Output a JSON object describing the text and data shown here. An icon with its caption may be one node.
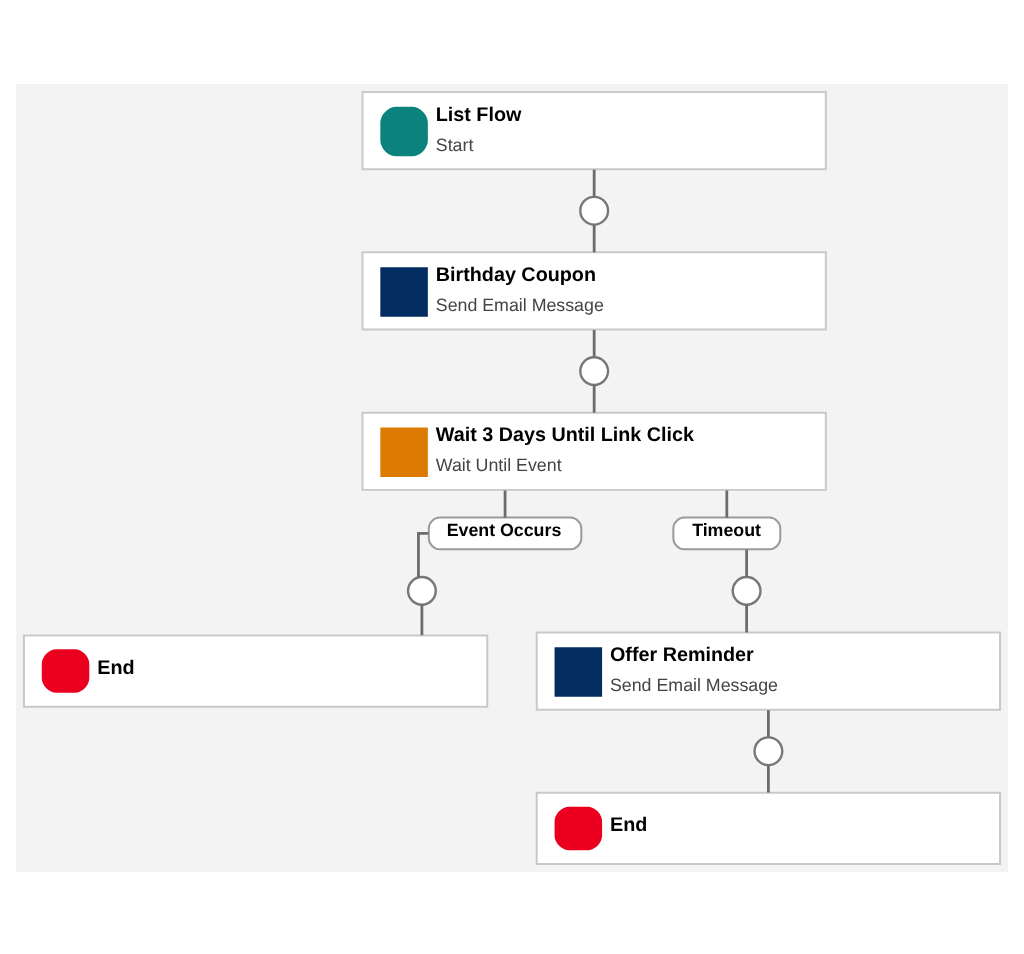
{
  "diagram": {
    "nodes": [
      {
        "text": [
          "List Flow",
          "Start"
        ]
      },
      {
        "text": [],
        "shape": "circle"
      },
      {
        "text": [
          "Birthday Coupon",
          "Send Email Message"
        ]
      },
      {
        "text": [],
        "shape": "circle"
      },
      {
        "text": [
          "Wait 3 Days Until Link Click",
          "Wait Until Event"
        ]
      },
      {
        "text": [
          "Event Occurs"
        ]
      },
      {
        "text": [
          "Timeout"
        ]
      },
      {
        "text": [],
        "shape": "circle"
      },
      {
        "text": [],
        "shape": "circle"
      },
      {
        "text": [
          "End"
        ]
      },
      {
        "text": [
          "Offer Reminder",
          "Send Email Message"
        ]
      },
      {
        "text": [],
        "shape": "circle"
      },
      {
        "text": [
          "End"
        ]
      }
    ],
    "edges": [
      {
        "from": 0,
        "to": 1,
        "arrow": "none"
      },
      {
        "from": 1,
        "to": 2,
        "arrow": "none"
      },
      {
        "from": 2,
        "to": 3,
        "arrow": "none"
      },
      {
        "from": 3,
        "to": 4,
        "arrow": "none"
      },
      {
        "from": 4,
        "to": 5,
        "arrow": "none"
      },
      {
        "from": 4,
        "to": 6,
        "arrow": "none"
      },
      {
        "from": 5,
        "to": 7,
        "arrow": "none"
      },
      {
        "from": 6,
        "to": 8,
        "arrow": "none"
      },
      {
        "from": 7,
        "to": 9,
        "arrow": "none"
      },
      {
        "from": 8,
        "to": 10,
        "arrow": "none"
      },
      {
        "from": 10,
        "to": 11,
        "arrow": "none"
      },
      {
        "from": 11,
        "to": 12,
        "arrow": "none"
      }
    ]
  }
}
